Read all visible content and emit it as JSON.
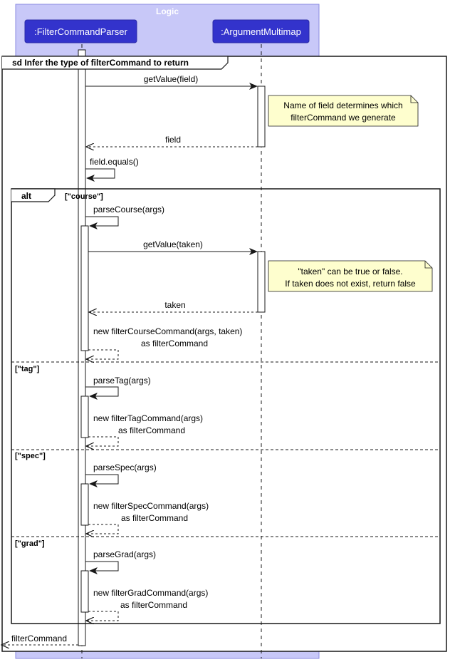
{
  "group": {
    "title": "Logic",
    "fill": "#c8c8f8",
    "stroke": "#8a8ae0"
  },
  "participants": {
    "parser": ":FilterCommandParser",
    "multimap": ":ArgumentMultimap",
    "fill": "#3333cc"
  },
  "frame": {
    "title": "sd Infer the type of filterCommand to return"
  },
  "alt": {
    "keyword": "alt",
    "guards": [
      "[\"course\"]",
      "[\"tag\"]",
      "[\"spec\"]",
      "[\"grad\"]"
    ]
  },
  "messages": {
    "get_field": "getValue(field)",
    "ret_field": "field",
    "field_equals": "field.equals()",
    "parse_course": "parseCourse(args)",
    "get_taken": "getValue(taken)",
    "ret_taken": "taken",
    "new_course_1": "new filterCourseCommand(args, taken)",
    "new_course_2": "as filterCommand",
    "parse_tag": "parseTag(args)",
    "new_tag_1": "new filterTagCommand(args)",
    "new_tag_2": "as filterCommand",
    "parse_spec": "parseSpec(args)",
    "new_spec_1": "new filterSpecCommand(args)",
    "new_spec_2": "as filterCommand",
    "parse_grad": "parseGrad(args)",
    "new_grad_1": "new filterGradCommand(args)",
    "new_grad_2": "as filterCommand",
    "ret_filter": "filterCommand"
  },
  "notes": {
    "field_1": "Name of field determines which",
    "field_2": "filterCommand we generate",
    "taken_1": "\"taken\" can be true or false.",
    "taken_2": "If taken does not exist, return false",
    "fill": "#fefece"
  }
}
